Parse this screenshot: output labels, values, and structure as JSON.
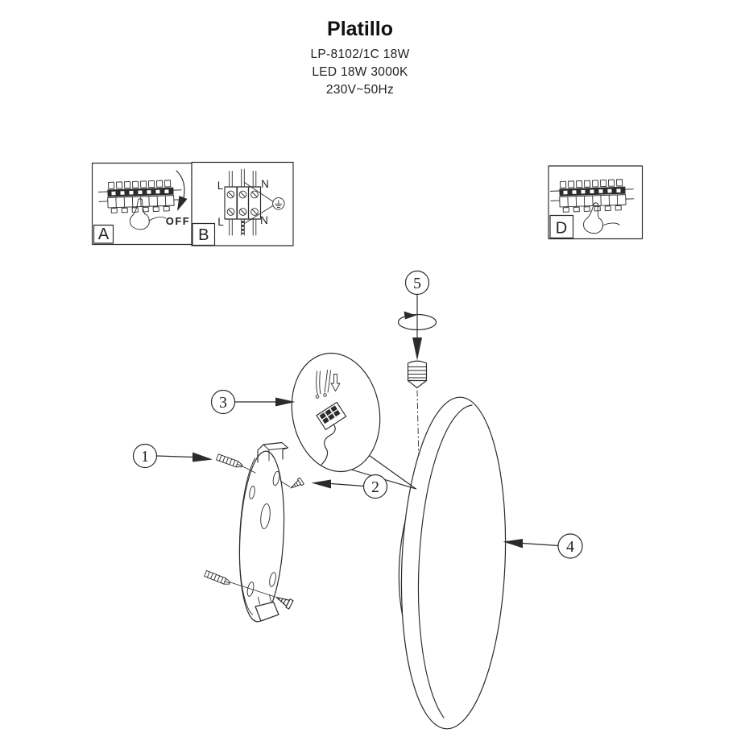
{
  "header": {
    "title": "Platillo",
    "model": "LP-8102/1C 18W",
    "lamp_spec": "LED 18W 3000K",
    "power_spec": "230V~50Hz"
  },
  "panels": {
    "a": {
      "label": "A",
      "off_text": "OFF"
    },
    "b": {
      "label": "B",
      "terminals": {
        "top_left": "L",
        "top_right": "N",
        "bottom_left": "L",
        "bottom_right": "N"
      }
    },
    "d": {
      "label": "D"
    }
  },
  "parts": {
    "p1": "1",
    "p2": "2",
    "p3": "3",
    "p4": "4",
    "p5": "5"
  },
  "icons": {
    "ground": "earth-ground-symbol",
    "rotation": "rotate-direction-arrow",
    "pointing_hand": "pointing-hand",
    "breaker_strip": "circuit-breaker-row",
    "off_arrow": "curved-arrow",
    "insert_arrow": "down-arrow",
    "wall_anchor": "wall-plug-anchor",
    "screw": "mounting-screw",
    "finial_screw": "threaded-finial"
  },
  "colors": {
    "ink": "#2b2b2b",
    "paper": "#ffffff"
  }
}
